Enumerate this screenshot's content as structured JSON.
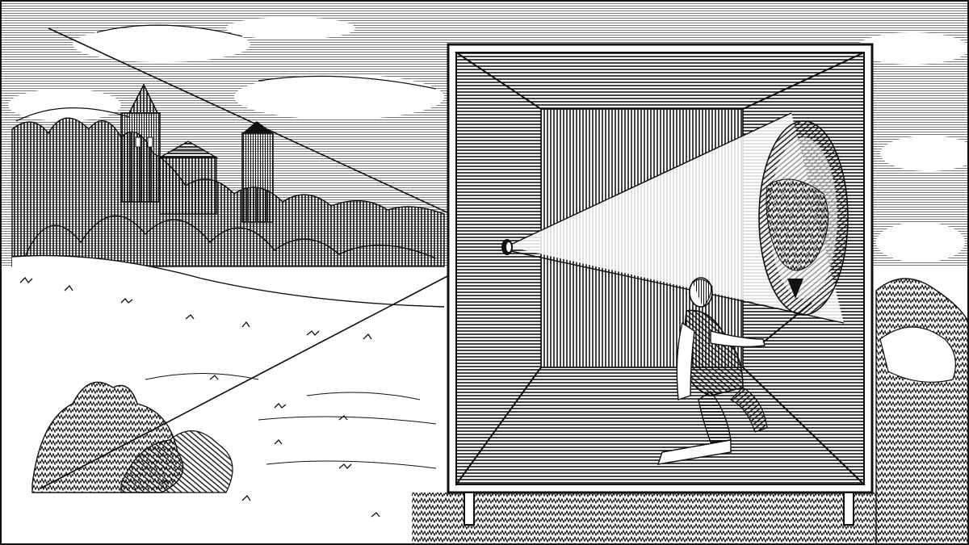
{
  "colors": {
    "ink": "#111111",
    "paper": "#ffffff"
  },
  "scene": {
    "style": "black-and-white engraving",
    "elements": [
      "sky-hatching",
      "castle",
      "tree-line",
      "meadow",
      "shrubs",
      "camera-obscura-box",
      "pinhole",
      "light-ray",
      "projected-image",
      "kneeling-figure",
      "box-legs",
      "ground-grass"
    ]
  }
}
